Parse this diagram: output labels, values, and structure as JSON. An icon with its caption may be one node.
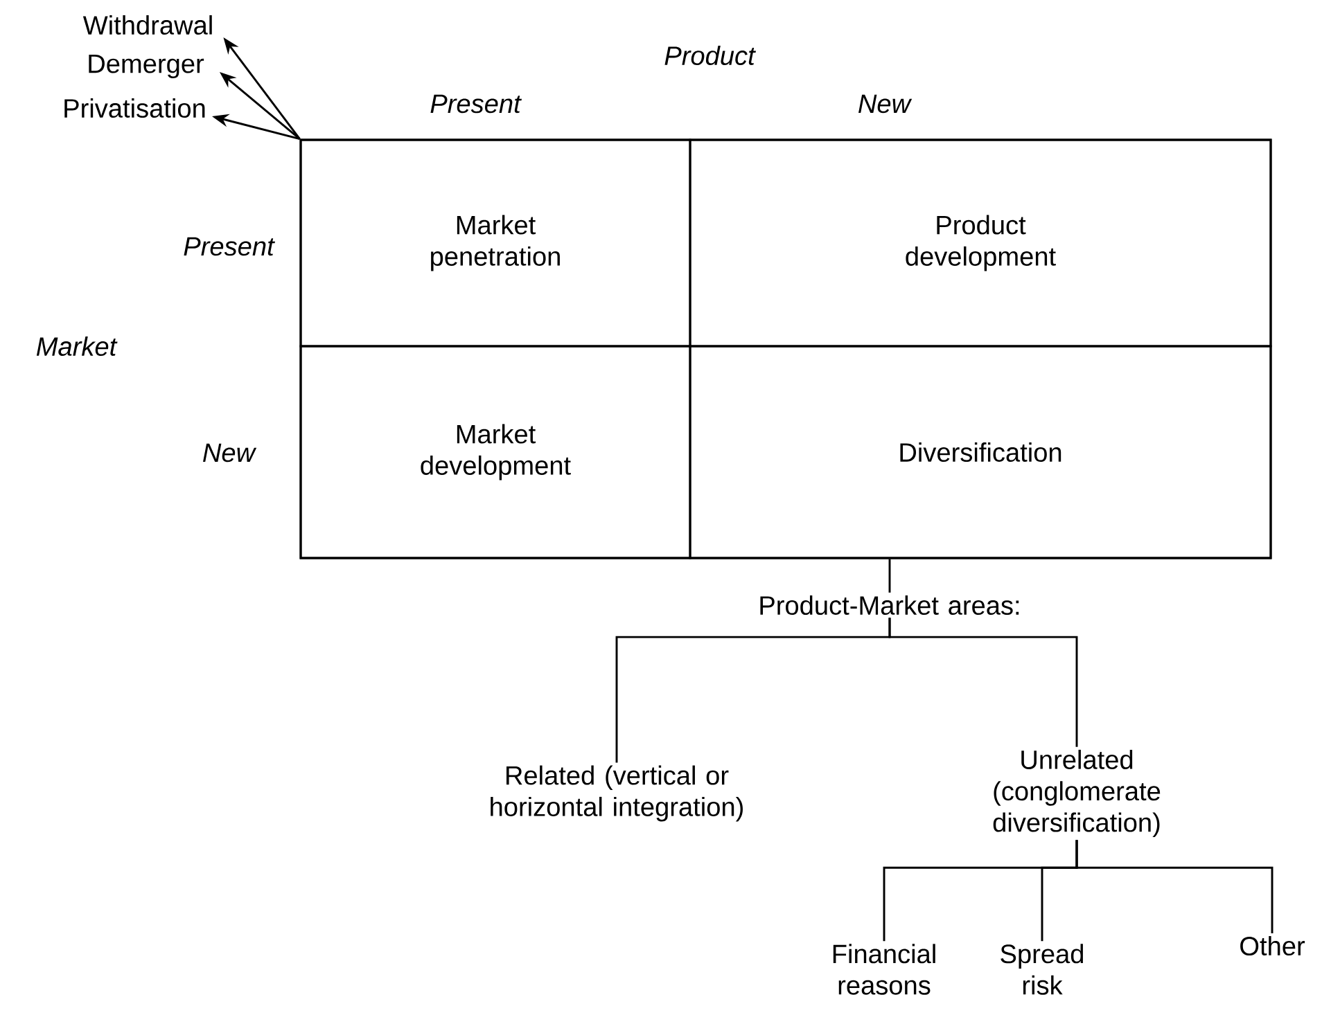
{
  "diagram": {
    "nodes": [
      {
        "text": [],
        "shape": "box"
      },
      {
        "text": [
          "Market penetration"
        ],
        "in": 0
      },
      {
        "text": [
          "Product development"
        ],
        "in": 0
      },
      {
        "text": [
          "Market development"
        ],
        "in": 0
      },
      {
        "text": [
          "Diversification"
        ],
        "in": 0
      },
      {
        "text": [
          "Withdrawal"
        ]
      },
      {
        "text": [
          "Demerger"
        ]
      },
      {
        "text": [
          "Privatisation"
        ]
      },
      {
        "text": [
          "Product-Market areas:"
        ]
      },
      {
        "text": [
          "Related (vertical or horizontal integration)"
        ]
      },
      {
        "text": [
          "Unrelated (conglomerate diversification)"
        ]
      },
      {
        "text": [
          "Financial reasons"
        ]
      },
      {
        "text": [
          "Spread risk"
        ]
      },
      {
        "text": [
          "Other"
        ]
      }
    ],
    "edges": [
      {
        "from": 0,
        "to": 5,
        "arrow": "to"
      },
      {
        "from": 0,
        "to": 6,
        "arrow": "to"
      },
      {
        "from": 0,
        "to": 7,
        "arrow": "to"
      },
      {
        "from": 4,
        "to": 8,
        "arrow": "none"
      },
      {
        "from": 8,
        "to": 9,
        "arrow": "none"
      },
      {
        "from": 8,
        "to": 10,
        "arrow": "none"
      },
      {
        "from": 10,
        "to": 11,
        "arrow": "none"
      },
      {
        "from": 10,
        "to": 12,
        "arrow": "none"
      },
      {
        "from": 10,
        "to": 13,
        "arrow": "none"
      }
    ],
    "labels": [
      "Product",
      "Present",
      "New",
      "Present",
      "New",
      "Market"
    ]
  }
}
